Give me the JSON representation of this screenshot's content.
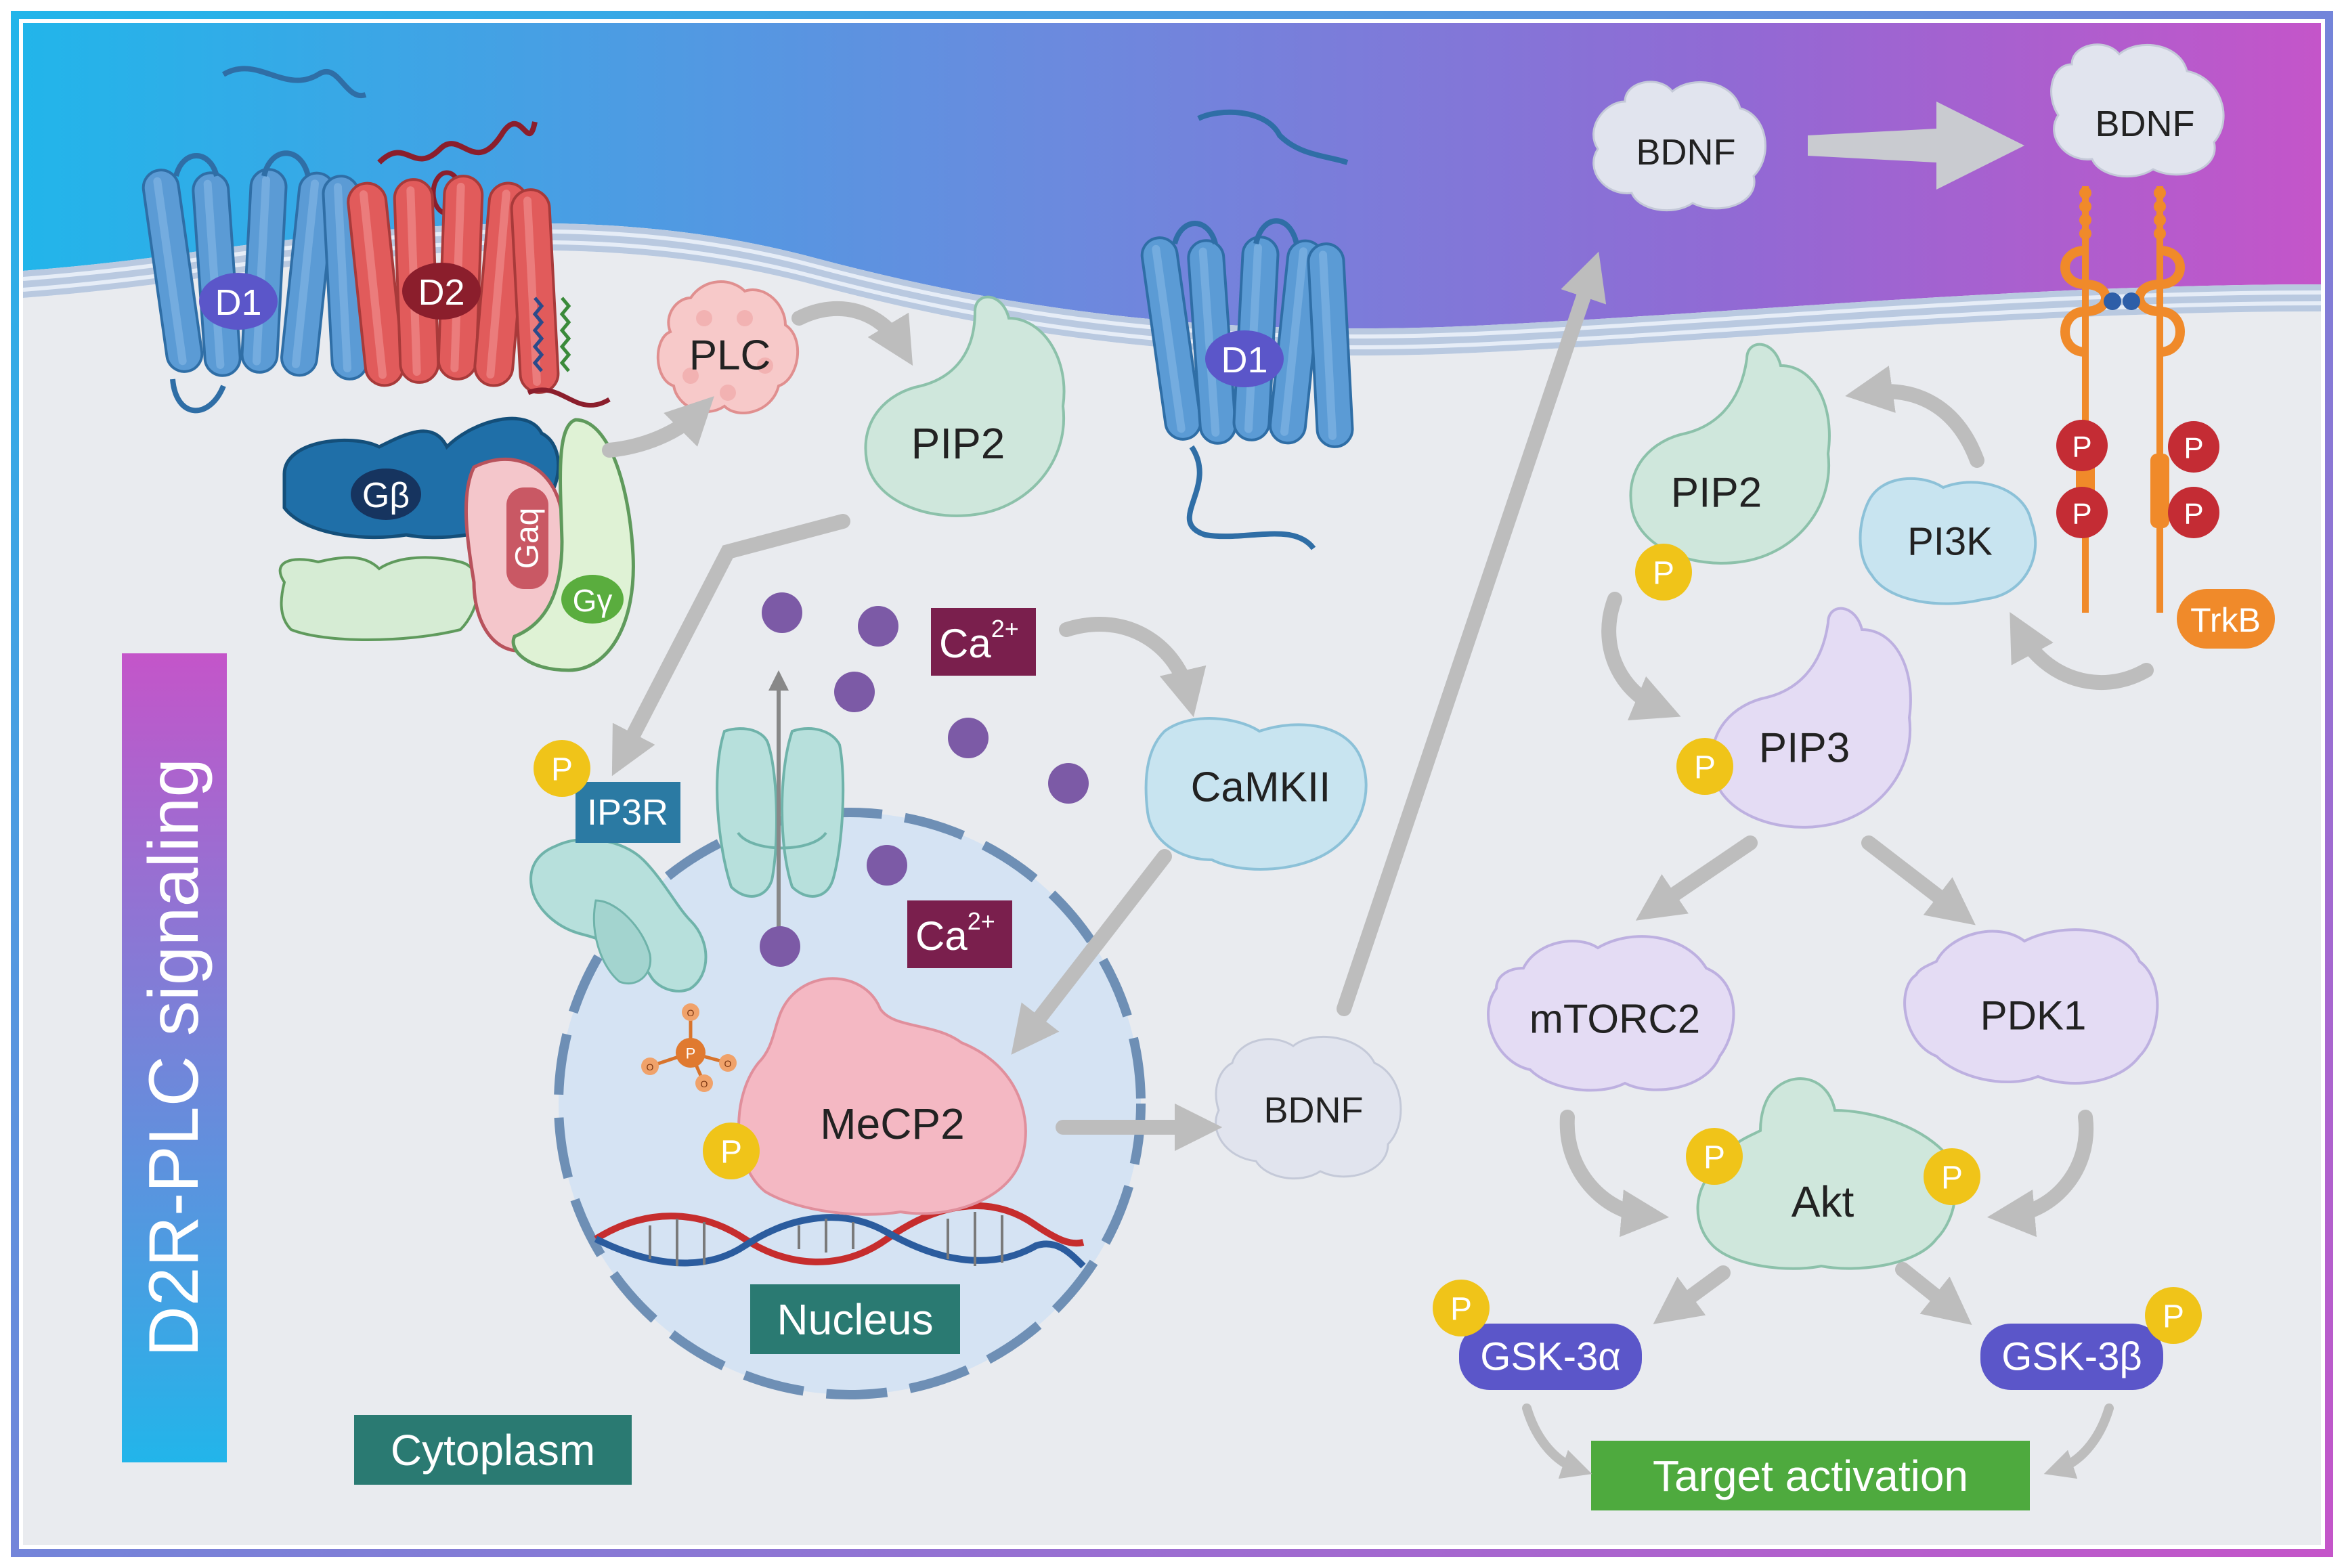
{
  "title": "D2R-PLC signaling",
  "compartments": {
    "cytoplasm": "Cytoplasm",
    "nucleus": "Nucleus"
  },
  "receptors": {
    "d1_left": "D1",
    "d2": "D2",
    "d1_center": "D1",
    "trkb": "TrkB"
  },
  "g_protein": {
    "beta": "Gβ",
    "alpha_q": "Gaq",
    "gamma": "Gγ"
  },
  "molecules": {
    "plc": "PLC",
    "pip2_left": "PIP2",
    "pip2_right": "PIP2",
    "ip3r": "IP3R",
    "ca_top": "Ca",
    "ca_bottom": "Ca",
    "ca_superscript": "2+",
    "camkii": "CaMKII",
    "mecp2": "MeCP2",
    "bdnf_cyto": "BDNF",
    "bdnf_top_left": "BDNF",
    "bdnf_top_right": "BDNF",
    "pi3k": "PI3K",
    "pip3": "PIP3",
    "mtorc2": "mTORC2",
    "pdk1": "PDK1",
    "akt": "Akt",
    "gsk3a": "GSK-3α",
    "gsk3b": "GSK-3β",
    "target": "Target activation",
    "phospho": "P",
    "phosphate_p": "P",
    "phosphate_o": "O"
  },
  "colors": {
    "gradient_left": "#22b5ea",
    "gradient_mid": "#8c6fd8",
    "gradient_right": "#c455c9",
    "membrane": "#b9c9e0",
    "cell_interior": "#e9ebef",
    "nucleus_fill": "#d5e3f3",
    "nucleus_border": "#6e8fb5",
    "d1_blue": "#5b9bd5",
    "d2_red": "#e15b5b",
    "label_teal": "#2a7a72",
    "label_blue": "#2b7aa3",
    "label_purple": "#5b56c9",
    "label_maroon": "#7a1f4d",
    "label_green": "#4eaa3e",
    "phospho_yellow": "#f0c419",
    "arrow_gray": "#bdbdbd"
  }
}
